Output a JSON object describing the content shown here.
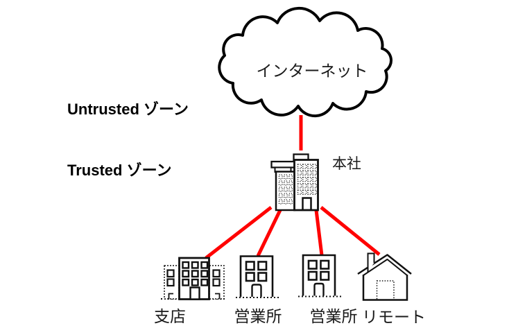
{
  "diagram": {
    "internet_label": "インターネット",
    "untrusted_zone_label": "Untrusted ゾーン",
    "trusted_zone_label": "Trusted ゾーン",
    "headquarters_label": "本社",
    "sites": [
      {
        "id": "branch",
        "label": "支店"
      },
      {
        "id": "sales-office-1",
        "label": "営業所"
      },
      {
        "id": "sales-office-2",
        "label": "営業所"
      },
      {
        "id": "remote",
        "label": "リモート"
      }
    ],
    "colors": {
      "connection_line": "#ff0000",
      "outline": "#000000",
      "background": "#ffffff"
    }
  }
}
